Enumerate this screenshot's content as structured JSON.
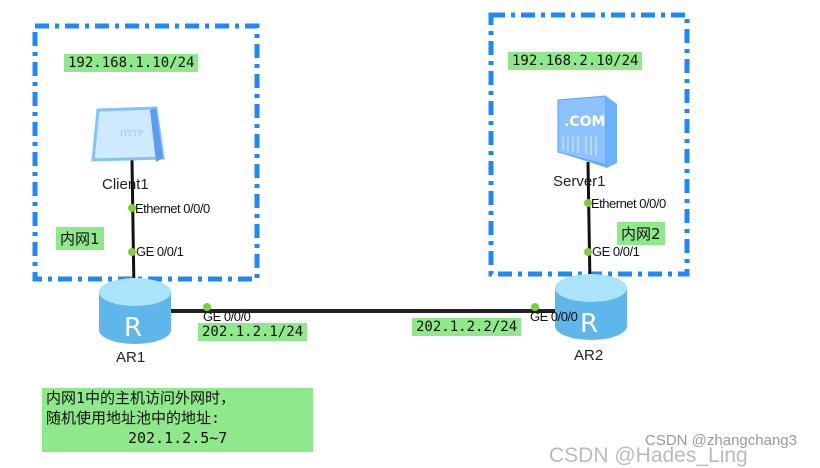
{
  "zones": [
    {
      "ip": "192.168.1.10/24",
      "name": "内网1",
      "device": "Client1",
      "device_icon_text": "HTTP",
      "port_top": "Ethernet 0/0/0",
      "port_bottom": "GE 0/0/1"
    },
    {
      "ip": "192.168.2.10/24",
      "name": "内网2",
      "device": "Server1",
      "device_icon_text": ".COM",
      "port_top": "Ethernet 0/0/0",
      "port_bottom": "GE 0/0/1"
    }
  ],
  "routers": [
    {
      "name": "AR1",
      "port": "GE 0/0/0",
      "ip": "202.1.2.1/24"
    },
    {
      "name": "AR2",
      "port": "GE 0/0/0",
      "ip": "202.1.2.2/24"
    }
  ],
  "note": {
    "line1": "内网1中的主机访问外网时，",
    "line2": "随机使用地址池中的地址:",
    "line3": "202.1.2.5~7"
  },
  "watermarks": [
    "CSDN @zhangchang3",
    "CSDN @Hades_Ling"
  ],
  "colors": {
    "zone": "#1e88ff",
    "label_bg": "#8fe88a",
    "port_dot": "#7ccf3c"
  }
}
